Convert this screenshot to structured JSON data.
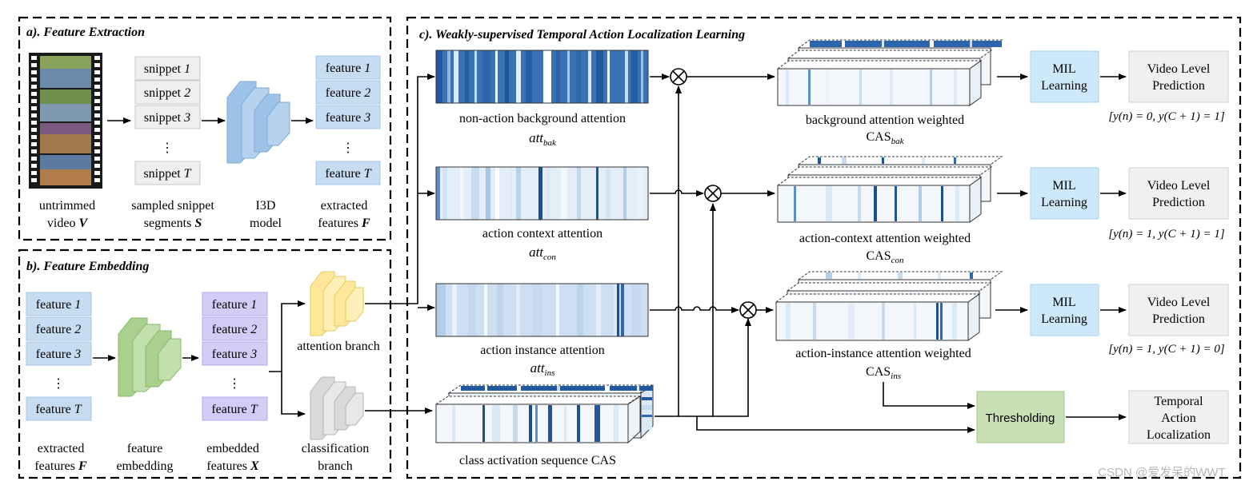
{
  "panel_a": {
    "title": "a). Feature Extraction",
    "snippets": [
      "snippet ",
      "snippet ",
      "snippet ",
      "snippet "
    ],
    "snippet_indices": [
      "1",
      "2",
      "3",
      "T"
    ],
    "features": [
      "feature ",
      "feature ",
      "feature ",
      "feature "
    ],
    "feature_indices": [
      "1",
      "2",
      "3",
      "T"
    ],
    "vdots": "⋮",
    "captions": {
      "video_line1": "untrimmed",
      "video_line2": "video ",
      "video_sym": "V",
      "snip_line1": "sampled snippet",
      "snip_line2": "segments ",
      "snip_sym": "S",
      "i3d_line1": "I3D",
      "i3d_line2": "model",
      "feat_line1": "extracted",
      "feat_line2": "features ",
      "feat_sym": "F"
    }
  },
  "panel_b": {
    "title": "b). Feature Embedding",
    "features": [
      "feature ",
      "feature ",
      "feature ",
      "feature "
    ],
    "feature_indices": [
      "1",
      "2",
      "3",
      "T"
    ],
    "embedded": [
      "feature ",
      "feature ",
      "feature ",
      "feature "
    ],
    "embedded_indices": [
      "1",
      "2",
      "3",
      "T"
    ],
    "vdots": "⋮",
    "captions": {
      "ext_line1": "extracted",
      "ext_line2": "features ",
      "ext_sym": "F",
      "emb_line1": "feature",
      "emb_line2": "embedding",
      "embd_line1": "embedded",
      "embd_line2": "features ",
      "embd_sym": "X",
      "att_branch": "attention branch",
      "cls_line1": "classification",
      "cls_line2": "branch"
    }
  },
  "panel_c": {
    "title": "c). Weakly-supervised Temporal Action Localization Learning",
    "attentions": [
      {
        "label": "non-action background attention",
        "sym": "att",
        "sub": "bak"
      },
      {
        "label": "action context attention",
        "sym": "att",
        "sub": "con"
      },
      {
        "label": "action instance attention",
        "sym": "att",
        "sub": "ins"
      }
    ],
    "cas_label": "class activation sequence CAS",
    "weighted": [
      {
        "label": "background attention weighted",
        "sym": "CAS",
        "sub": "bak"
      },
      {
        "label": "action-context attention weighted",
        "sym": "CAS",
        "sub": "con"
      },
      {
        "label": "action-instance attention weighted",
        "sym": "CAS",
        "sub": "ins"
      }
    ],
    "mil_line1": "MIL",
    "mil_line2": "Learning",
    "pred_line1": "Video Level",
    "pred_line2": "Prediction",
    "targets": [
      "[y(n) = 0, y(C + 1) = 1]",
      "[y(n) = 1, y(C + 1) = 1]",
      "[y(n) = 1, y(C + 1) = 0]"
    ],
    "thresholding": "Thresholding",
    "tal_line1": "Temporal",
    "tal_line2": "Action",
    "tal_line3": "Localization",
    "multiply_symbol": "⊗"
  },
  "watermark": "CSDN @爱发呆的WWT",
  "colors": {
    "feature_box": "#c6dcf2",
    "snippet_box": "#efefef",
    "embedded_box": "#d1cdf7",
    "mil_box": "#cce8f9",
    "pred_box": "#f0f0f0",
    "threshold_box": "#c6e0b4",
    "i3d_block": "#9ec3e8",
    "embedding_block": "#a9d08e",
    "attention_block": "#ffe699",
    "classification_block": "#d9d9d9"
  },
  "icons": {
    "film": "film-strip-icon",
    "multiply": "circled-times-icon"
  }
}
